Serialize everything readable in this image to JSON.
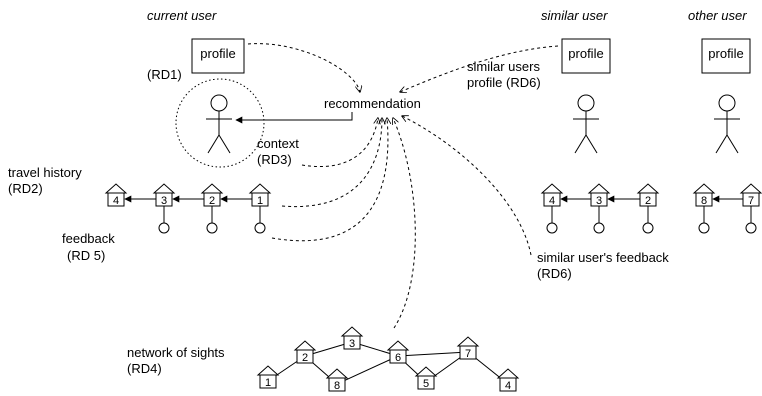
{
  "headers": {
    "current_user": "current user",
    "similar_user": "similar user",
    "other_user": "other user"
  },
  "labels": {
    "rd1": "(RD1)",
    "profile": "profile",
    "recommendation": "recommendation",
    "similar_users_profile_l1": "similar users",
    "similar_users_profile_l2": "profile (RD6)",
    "context_l1": "context",
    "context_l2": "(RD3)",
    "travel_history_l1": "travel history",
    "travel_history_l2": "(RD2)",
    "feedback_l1": "feedback",
    "feedback_l2": "(RD 5)",
    "similar_feedback_l1": "similar user's  feedback",
    "similar_feedback_l2": "(RD6)",
    "network_l1": "network of sights",
    "network_l2": "(RD4)"
  },
  "current_history": [
    "4",
    "3",
    "2",
    "1"
  ],
  "similar_history": [
    "4",
    "3",
    "2"
  ],
  "other_history": [
    "8",
    "7"
  ],
  "network": [
    "1",
    "2",
    "3",
    "8",
    "6",
    "5",
    "7",
    "4"
  ]
}
